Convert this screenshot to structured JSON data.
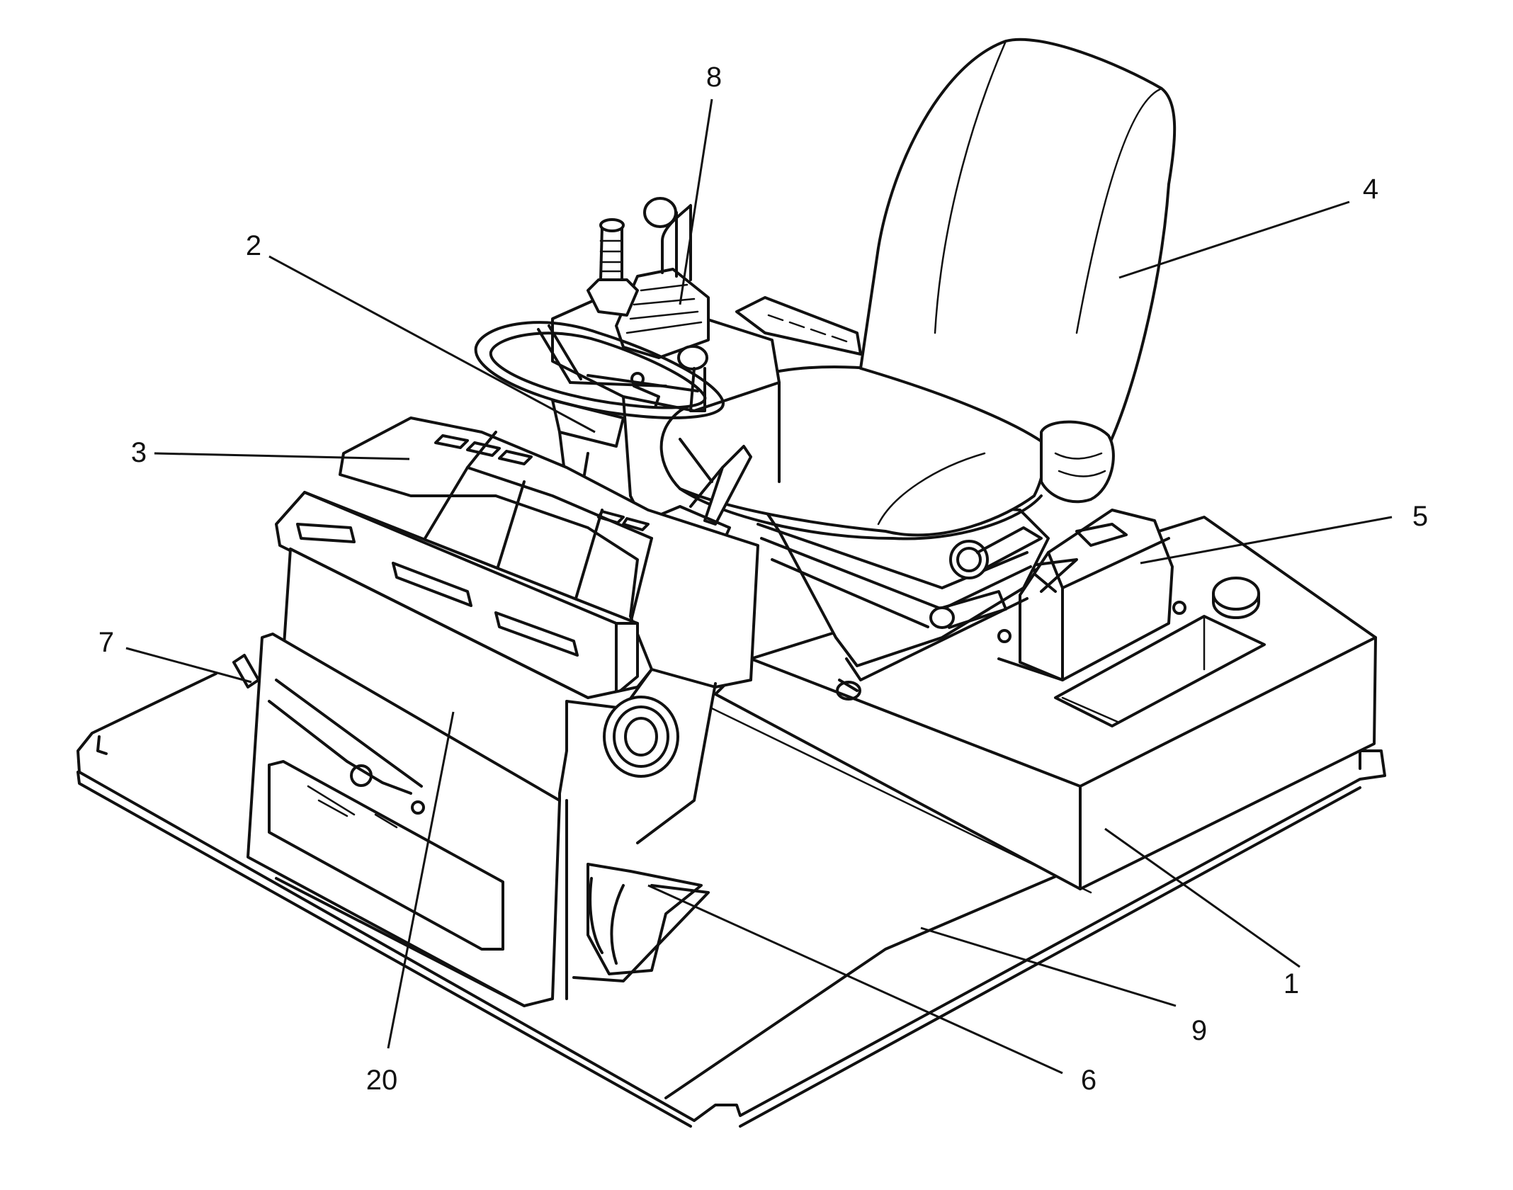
{
  "figure": {
    "colors": {
      "ink": "#111111",
      "paper": "#ffffff"
    },
    "callouts": [
      {
        "id": "1",
        "label": "1"
      },
      {
        "id": "2",
        "label": "2"
      },
      {
        "id": "3",
        "label": "3"
      },
      {
        "id": "4",
        "label": "4"
      },
      {
        "id": "5",
        "label": "5"
      },
      {
        "id": "6",
        "label": "6"
      },
      {
        "id": "7",
        "label": "7"
      },
      {
        "id": "8",
        "label": "8"
      },
      {
        "id": "9",
        "label": "9"
      },
      {
        "id": "20",
        "label": "20"
      }
    ]
  }
}
